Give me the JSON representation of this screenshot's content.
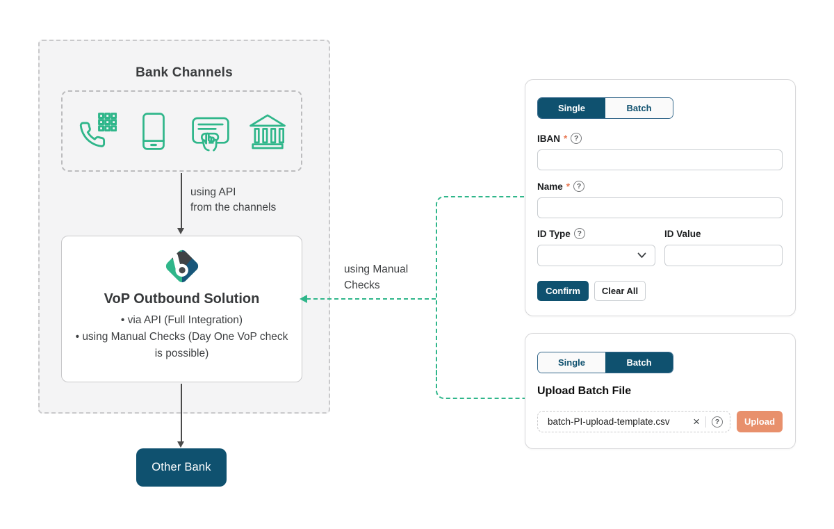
{
  "colors": {
    "green": "#2fb68a",
    "dark_blue": "#0f516f",
    "salmon": "#e8906c",
    "asterisk": "#e87a55"
  },
  "icons": {
    "help_glyph": "?",
    "close_glyph": "×"
  },
  "diagram": {
    "bank_channels": {
      "title": "Bank Channels",
      "channels": [
        "phone-keypad",
        "mobile-phone",
        "online-banking-touch",
        "bank-branch"
      ]
    },
    "api_arrow_label": {
      "line1": "using API",
      "line2": "from the channels"
    },
    "vop_box": {
      "title": "VoP Outbound Solution",
      "bullets": [
        "via API (Full Integration)",
        "using Manual Checks (Day One VoP check is possible)"
      ]
    },
    "manual_checks_label": {
      "line1": "using Manual",
      "line2": "Checks"
    },
    "other_bank": {
      "label": "Other Bank"
    }
  },
  "single_form": {
    "tabs": {
      "single": "Single",
      "batch": "Batch"
    },
    "required_marker": "*",
    "iban": {
      "label": "IBAN",
      "value": ""
    },
    "name": {
      "label": "Name",
      "value": ""
    },
    "id_type": {
      "label": "ID Type",
      "selected": ""
    },
    "id_value": {
      "label": "ID Value",
      "value": ""
    },
    "confirm_label": "Confirm",
    "clear_all_label": "Clear All"
  },
  "batch_form": {
    "tabs": {
      "single": "Single",
      "batch": "Batch"
    },
    "heading": "Upload Batch File",
    "file_name": "batch-PI-upload-template.csv",
    "upload_label": "Upload"
  }
}
